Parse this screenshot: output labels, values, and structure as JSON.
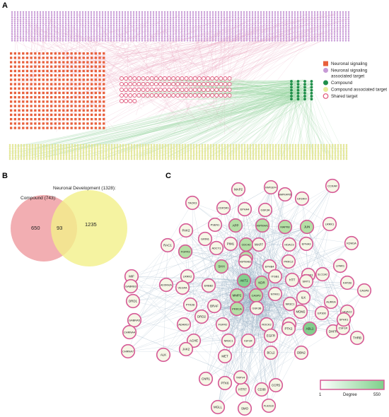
{
  "panels": {
    "a": "A",
    "b": "B",
    "c": "C"
  },
  "legend": {
    "items": [
      {
        "label_lines": [
          "Neuronal signaling"
        ],
        "shape": "square",
        "color": "#e8603c"
      },
      {
        "label_lines": [
          "Neuronal signaling",
          "associated target"
        ],
        "shape": "circle",
        "color": "#c79ad6"
      },
      {
        "label_lines": [
          "Compound"
        ],
        "shape": "circle",
        "color": "#1f8f4a"
      },
      {
        "label_lines": [
          "Compound associated target"
        ],
        "shape": "circle",
        "color": "#e8ec9a"
      },
      {
        "label_lines": [
          "Shared target"
        ],
        "shape": "ring",
        "color": "#e0567a"
      }
    ]
  },
  "venn": {
    "compound_label": "Compound (743):",
    "neuro_label": "Neuronal Development (1328):",
    "left_only": "650",
    "overlap": "93",
    "right_only": "1235",
    "left_color": "#f0a0a4",
    "right_color": "#f2f08a"
  },
  "ppi": {
    "scale_title": "Degree",
    "scale_min": "1",
    "scale_max": "550",
    "nodes": [
      "RAPGEF4",
      "MAP2",
      "MAPKAPK5",
      "EIF2AK4",
      "CCKAR",
      "TAOK3",
      "CDK5R1",
      "EPHA4",
      "GSK3A",
      "PSEN1",
      "APP",
      "HSP90AA1",
      "MAPK8",
      "JUN",
      "LRRK1",
      "PAK2",
      "GRIN1",
      "CDC42",
      "MAP7",
      "HDAC3",
      "EPHA3",
      "KDM1A",
      "RAC1",
      "FGFR3",
      "ADCY1",
      "PIM1",
      "MAPK14",
      "PRKCZ",
      "LPAR1",
      "MIF",
      "LRRK2",
      "SHH",
      "HSP90AB1",
      "EPHB4",
      "ROCK1",
      "KAT2B",
      "GABRB3",
      "ADORA2A",
      "ERBB2",
      "AKT1",
      "KDR",
      "ITGB1",
      "HTT",
      "SIRT1",
      "SLC11A2",
      "CASP8",
      "DRD1",
      "VEGFA",
      "MMP2",
      "CASP3",
      "NTRK1",
      "ILK",
      "AURKA",
      "PTK2B",
      "BRAF",
      "PRKCA",
      "GSK3B",
      "MDM2",
      "EP300",
      "HDAC2",
      "GABRA5",
      "ADAM17",
      "DRD2",
      "FGFR2",
      "ROCK2",
      "FGFR1",
      "NR3C1",
      "CHRNA4",
      "ACHE",
      "NR3C1",
      "IGF1R",
      "EGFR",
      "PTK2",
      "ABL1",
      "DHFR",
      "CSF1R",
      "THRB",
      "SPHK1",
      "CHRNA7",
      "ALK",
      "JAK2",
      "MET",
      "BCL2",
      "DBN2",
      "CNR1",
      "PTK6",
      "HTR7",
      "CD38",
      "CCR5",
      "TRPV4",
      "SMO",
      "MGLL",
      "PLA2G10"
    ]
  }
}
